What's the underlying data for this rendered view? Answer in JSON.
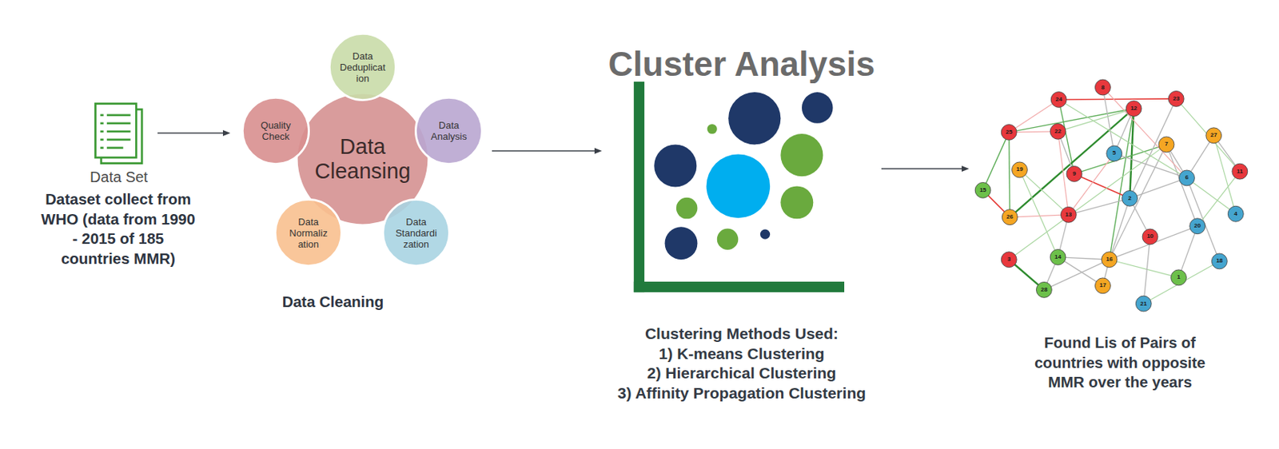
{
  "diagram": {
    "nodes": [
      {
        "text": [
          "Data Set"
        ]
      },
      {
        "text": [
          "Data Cleaning"
        ]
      },
      {
        "text": [
          "Data Deduplicat ion"
        ],
        "in": 1
      },
      {
        "text": [
          "Quality Check"
        ],
        "in": 1
      },
      {
        "text": [
          "Data Cleansing"
        ],
        "in": 1
      },
      {
        "text": [
          "Data Analysis"
        ],
        "in": 1
      },
      {
        "text": [
          "Data Normaliz ation"
        ],
        "in": 1
      },
      {
        "text": [
          "Data Standardi zation"
        ],
        "in": 1
      },
      {
        "text": [
          "Cluster Analysis",
          "Clustering Methods Used:",
          "1) K-means Clustering",
          "2) Hierarchical Clustering",
          "3) Affinity Propagation Clustering"
        ]
      },
      {
        "text": [
          "Found Lis of Pairs of countries with opposite MMR over the years"
        ]
      }
    ],
    "edges": [
      {
        "from": 0,
        "to": 1,
        "arrow": "to"
      },
      {
        "from": 1,
        "to": 8,
        "arrow": "to"
      },
      {
        "from": 8,
        "to": 9,
        "arrow": "to"
      }
    ],
    "labels": [
      "Dataset collect from WHO (data from 1990 - 2015 of 185 countries MMR)",
      "8",
      "24",
      "23",
      "12",
      "25",
      "22",
      "27",
      "7",
      "5",
      "19",
      "11",
      "9",
      "6",
      "15",
      "2",
      "4",
      "13",
      "26",
      "20",
      "10",
      "14",
      "3",
      "16",
      "18",
      "1",
      "17",
      "28",
      "21"
    ]
  }
}
